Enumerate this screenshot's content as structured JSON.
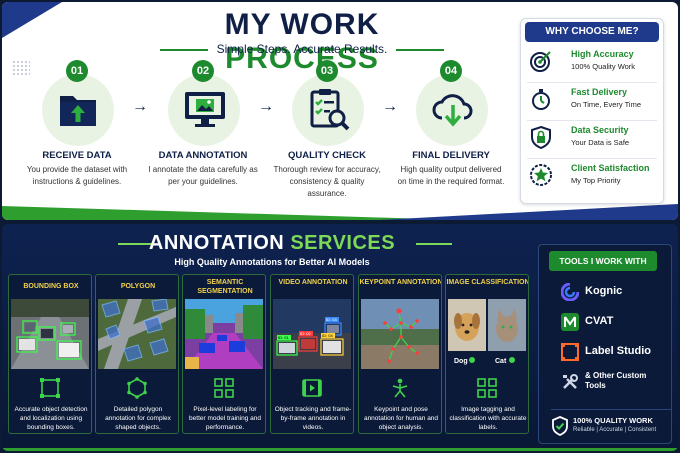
{
  "header": {
    "title_part1": "MY WORK ",
    "title_part2": "PROCESS",
    "subtitle": "Simple Steps. Accurate Results."
  },
  "steps": [
    {
      "num": "01",
      "title": "RECEIVE DATA",
      "desc": "You provide the dataset with instructions & guidelines.",
      "icon": "folder-upload-icon"
    },
    {
      "num": "02",
      "title": "DATA ANNOTATION",
      "desc": "I annotate the data carefully as per your guidelines.",
      "icon": "monitor-image-icon"
    },
    {
      "num": "03",
      "title": "QUALITY CHECK",
      "desc": "Thorough review for accuracy, consistency & quality assurance.",
      "icon": "clipboard-check-icon"
    },
    {
      "num": "04",
      "title": "FINAL DELIVERY",
      "desc": "High quality output delivered on time in the required format.",
      "icon": "cloud-download-icon"
    }
  ],
  "why": {
    "heading": "WHY CHOOSE ME?",
    "items": [
      {
        "title": "High Accuracy",
        "desc": "100% Quality Work",
        "icon": "target-icon"
      },
      {
        "title": "Fast Delivery",
        "desc": "On Time, Every Time",
        "icon": "stopwatch-icon"
      },
      {
        "title": "Data Security",
        "desc": "Your Data is Safe",
        "icon": "lock-shield-icon"
      },
      {
        "title": "Client Satisfaction",
        "desc": "My Top Priority",
        "icon": "star-badge-icon"
      }
    ]
  },
  "services": {
    "title_part1": "ANNOTATION ",
    "title_part2": "SERVICES",
    "subtitle": "High Quality Annotations for Better AI Models",
    "cards": [
      {
        "title": "BOUNDING BOX",
        "desc": "Accurate object detection and localization using bounding boxes.",
        "icon": "bounding-box-icon"
      },
      {
        "title": "POLYGON",
        "desc": "Detailed polygon annotation for complex shaped objects.",
        "icon": "hexagon-icon"
      },
      {
        "title": "SEMANTIC SEGMENTATION",
        "desc": "Pixel-level labeling for better model training and performance.",
        "icon": "grid-icon"
      },
      {
        "title": "VIDEO ANNOTATION",
        "desc": "Object tracking and frame-by-frame annotation in videos.",
        "icon": "film-play-icon"
      },
      {
        "title": "KEYPOINT ANNOTATION",
        "desc": "Keypoint and pose annotation for human and object analysis.",
        "icon": "stick-figure-icon"
      },
      {
        "title": "IMAGE CLASSIFICATION",
        "desc": "Image tagging and classification with accurate labels.",
        "icon": "grid-icon",
        "labels": [
          "Dog",
          "Cat"
        ]
      }
    ],
    "video_labels": [
      "ID: 01",
      "ID: 02",
      "ID: 03",
      "ID: 04"
    ]
  },
  "tools": {
    "heading": "TOOLS I WORK WITH",
    "items": [
      {
        "name": "Kognic",
        "icon": "kognic-logo-icon"
      },
      {
        "name": "CVAT",
        "icon": "cvat-logo-icon"
      },
      {
        "name": "Label Studio",
        "icon": "label-studio-logo-icon"
      },
      {
        "name": "& Other Custom Tools",
        "icon": "wrench-screwdriver-icon"
      }
    ],
    "guarantee_title": "100% QUALITY WORK",
    "guarantee_desc": "Reliable | Accurate | Consistent"
  },
  "colors": {
    "navy": "#1f3a8a",
    "green": "#1e8a2e",
    "accent_yellow": "#f2d24b",
    "light_green": "#7ed957"
  }
}
